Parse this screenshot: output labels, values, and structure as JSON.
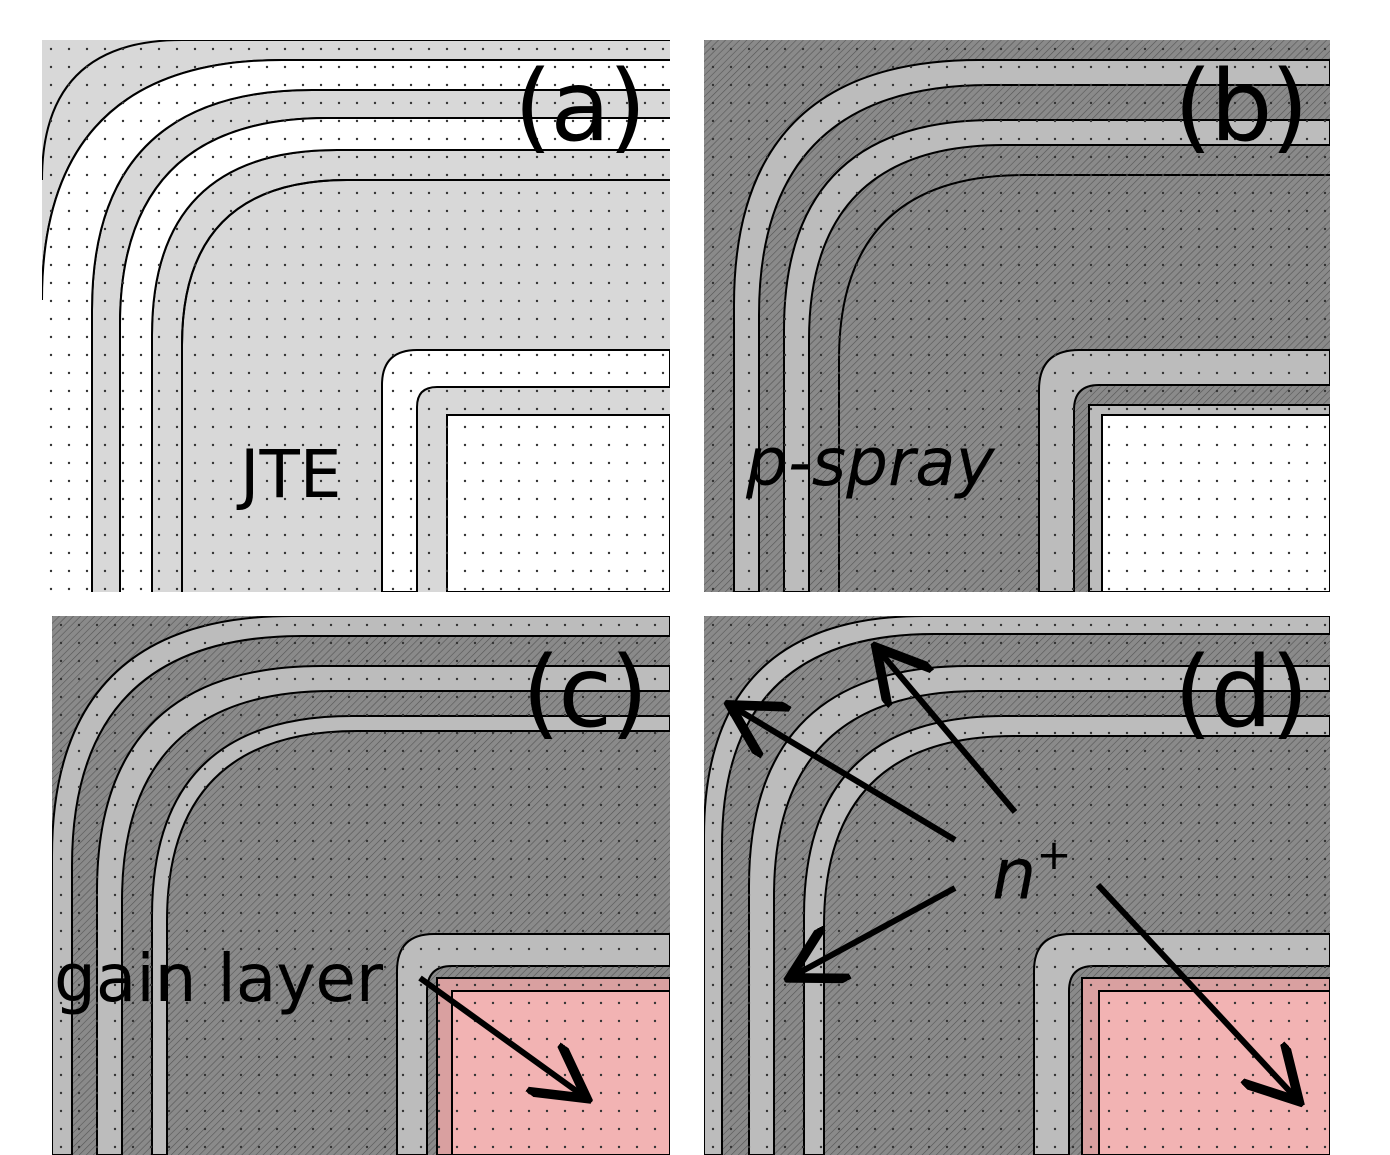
{
  "panels": [
    {
      "id": "a",
      "label": "(a)",
      "annotation": "JTE"
    },
    {
      "id": "b",
      "label": "(b)",
      "annotation": "p-spray"
    },
    {
      "id": "c",
      "label": "(c)",
      "annotation": "gain layer"
    },
    {
      "id": "d",
      "label": "(d)",
      "annotation": "n+"
    }
  ],
  "colors": {
    "light_gray": "#d8d8d8",
    "mid_gray": "#bcbcbc",
    "dark_gray": "#8a8a8a",
    "white": "#ffffff",
    "pink": "#f2b3b3",
    "line": "#000000"
  }
}
